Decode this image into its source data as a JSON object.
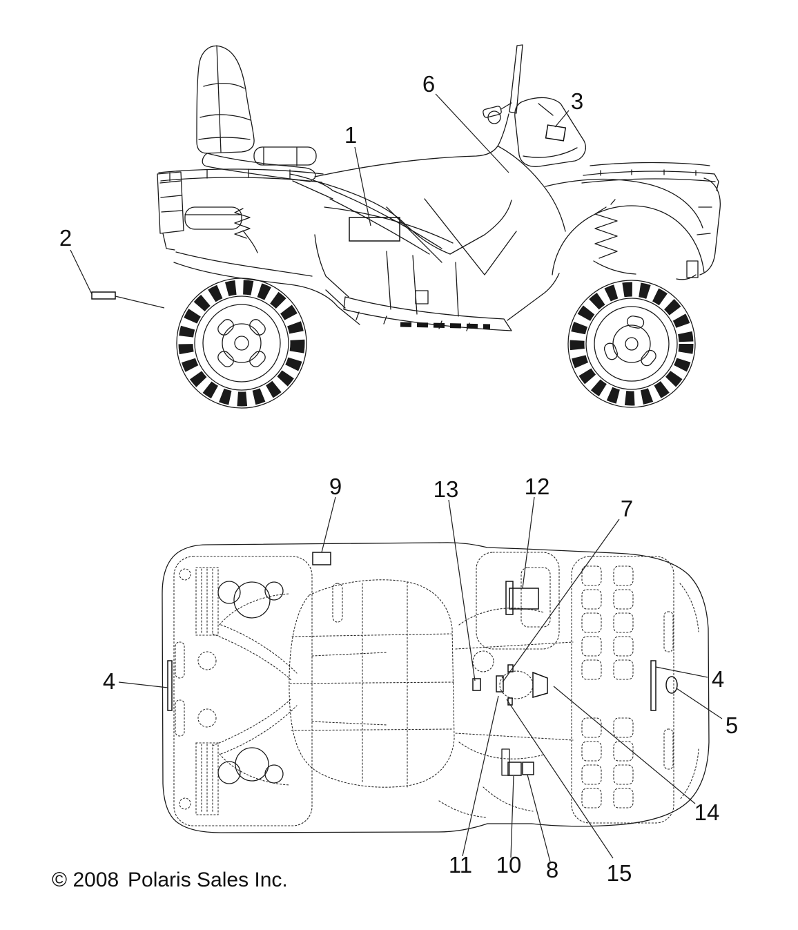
{
  "colors": {
    "line": "#1a1a1a",
    "background": "#ffffff"
  },
  "copyright": {
    "symbol_year": "© 2008",
    "owner": "Polaris Sales Inc."
  },
  "callouts": {
    "c1": "1",
    "c2": "2",
    "c3": "3",
    "c4": "4",
    "c5": "5",
    "c6": "6",
    "c7": "7",
    "c8": "8",
    "c9": "9",
    "c10": "10",
    "c11": "11",
    "c12": "12",
    "c13": "13",
    "c14": "14",
    "c15": "15"
  }
}
